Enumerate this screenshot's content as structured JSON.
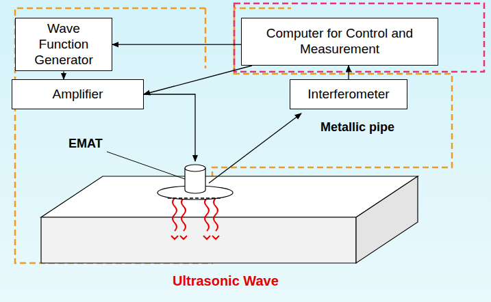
{
  "diagram": {
    "nodes": [
      {
        "text": [
          "Wave Function Generator"
        ]
      },
      {
        "text": [
          "Computer for Control and Measurement"
        ]
      },
      {
        "text": [
          "Amplifier"
        ]
      },
      {
        "text": [
          "Interferometer"
        ]
      }
    ],
    "edges": [
      {
        "from": 1,
        "to": 0,
        "arrow": "to"
      },
      {
        "from": 0,
        "to": 2,
        "arrow": "to"
      },
      {
        "from": 1,
        "to": 2,
        "arrow": "to"
      },
      {
        "from": 3,
        "to": 1,
        "arrow": "to"
      }
    ],
    "labels": [
      "EMAT",
      "Metallic pipe",
      "Ultrasonic Wave"
    ]
  }
}
